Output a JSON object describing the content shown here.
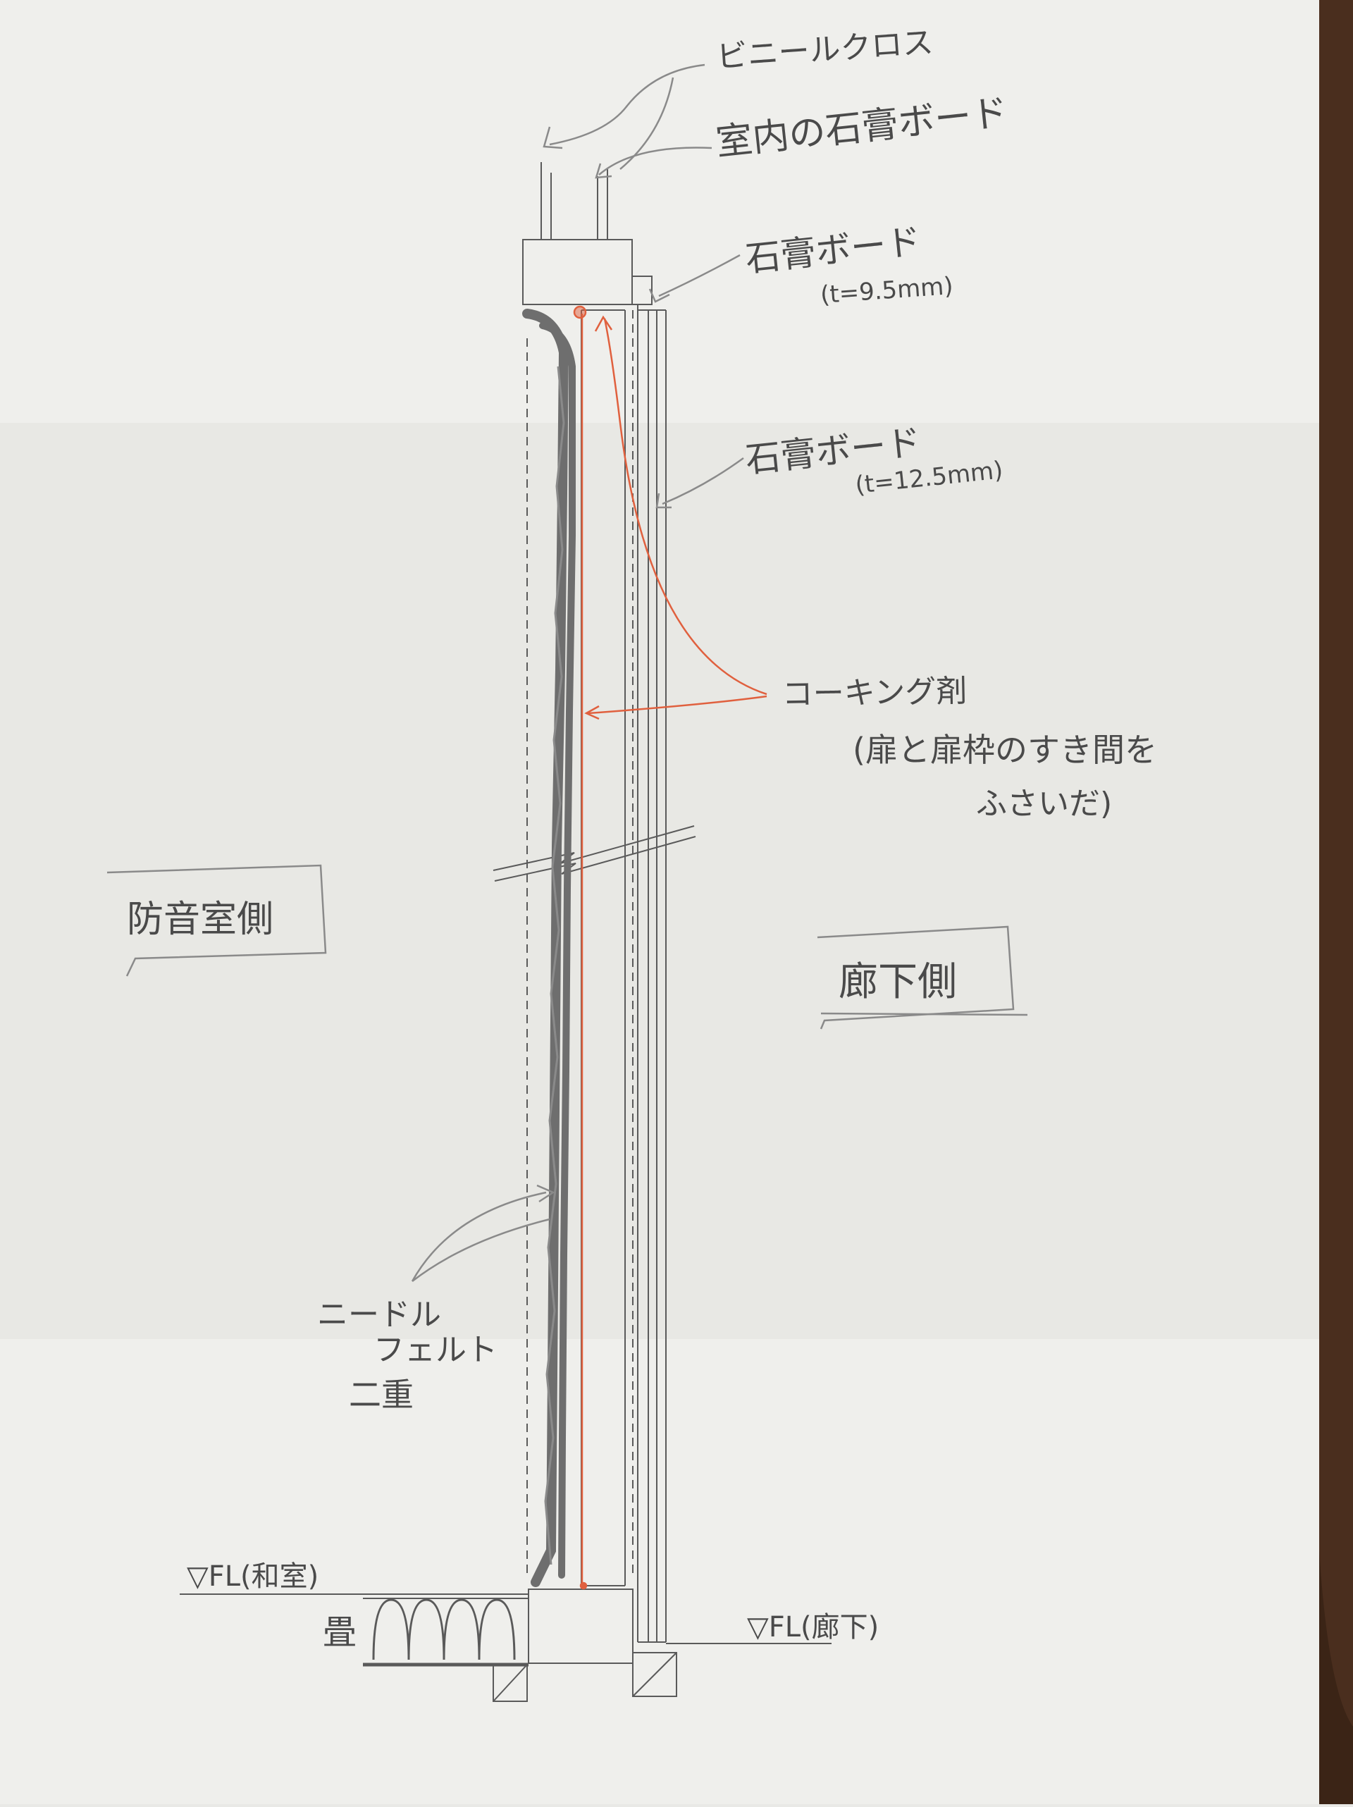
{
  "colors": {
    "paper": "#efefec",
    "paper_shadow": "#d9d9d6",
    "pencil": "#5a5a5a",
    "pencil_light": "#8a8a8a",
    "felt": "#6e6e6e",
    "caulk": "#e0603e",
    "table_edge": "#4a2e1e"
  },
  "labels": {
    "vinyl_cloth": "ビニールクロス",
    "indoor_gypsum": "室内の石膏ボード",
    "gypsum_95": "石膏ボード",
    "gypsum_95_thickness": "(t=9.5mm)",
    "gypsum_125": "石膏ボード",
    "gypsum_125_thickness": "(t=12.5mm)",
    "caulking": "コーキング剤",
    "caulking_note_line1": "(扉と扉枠のすき間を",
    "caulking_note_line2": "ふさいだ)",
    "room_side": "防音室側",
    "corridor_side": "廊下側",
    "felt_line1": "ニードル",
    "felt_line2": "フェルト",
    "felt_line3": "二重",
    "fl_room": "▽FL(和室)",
    "tatami": "畳",
    "fl_corridor": "▽FL(廊下)"
  }
}
